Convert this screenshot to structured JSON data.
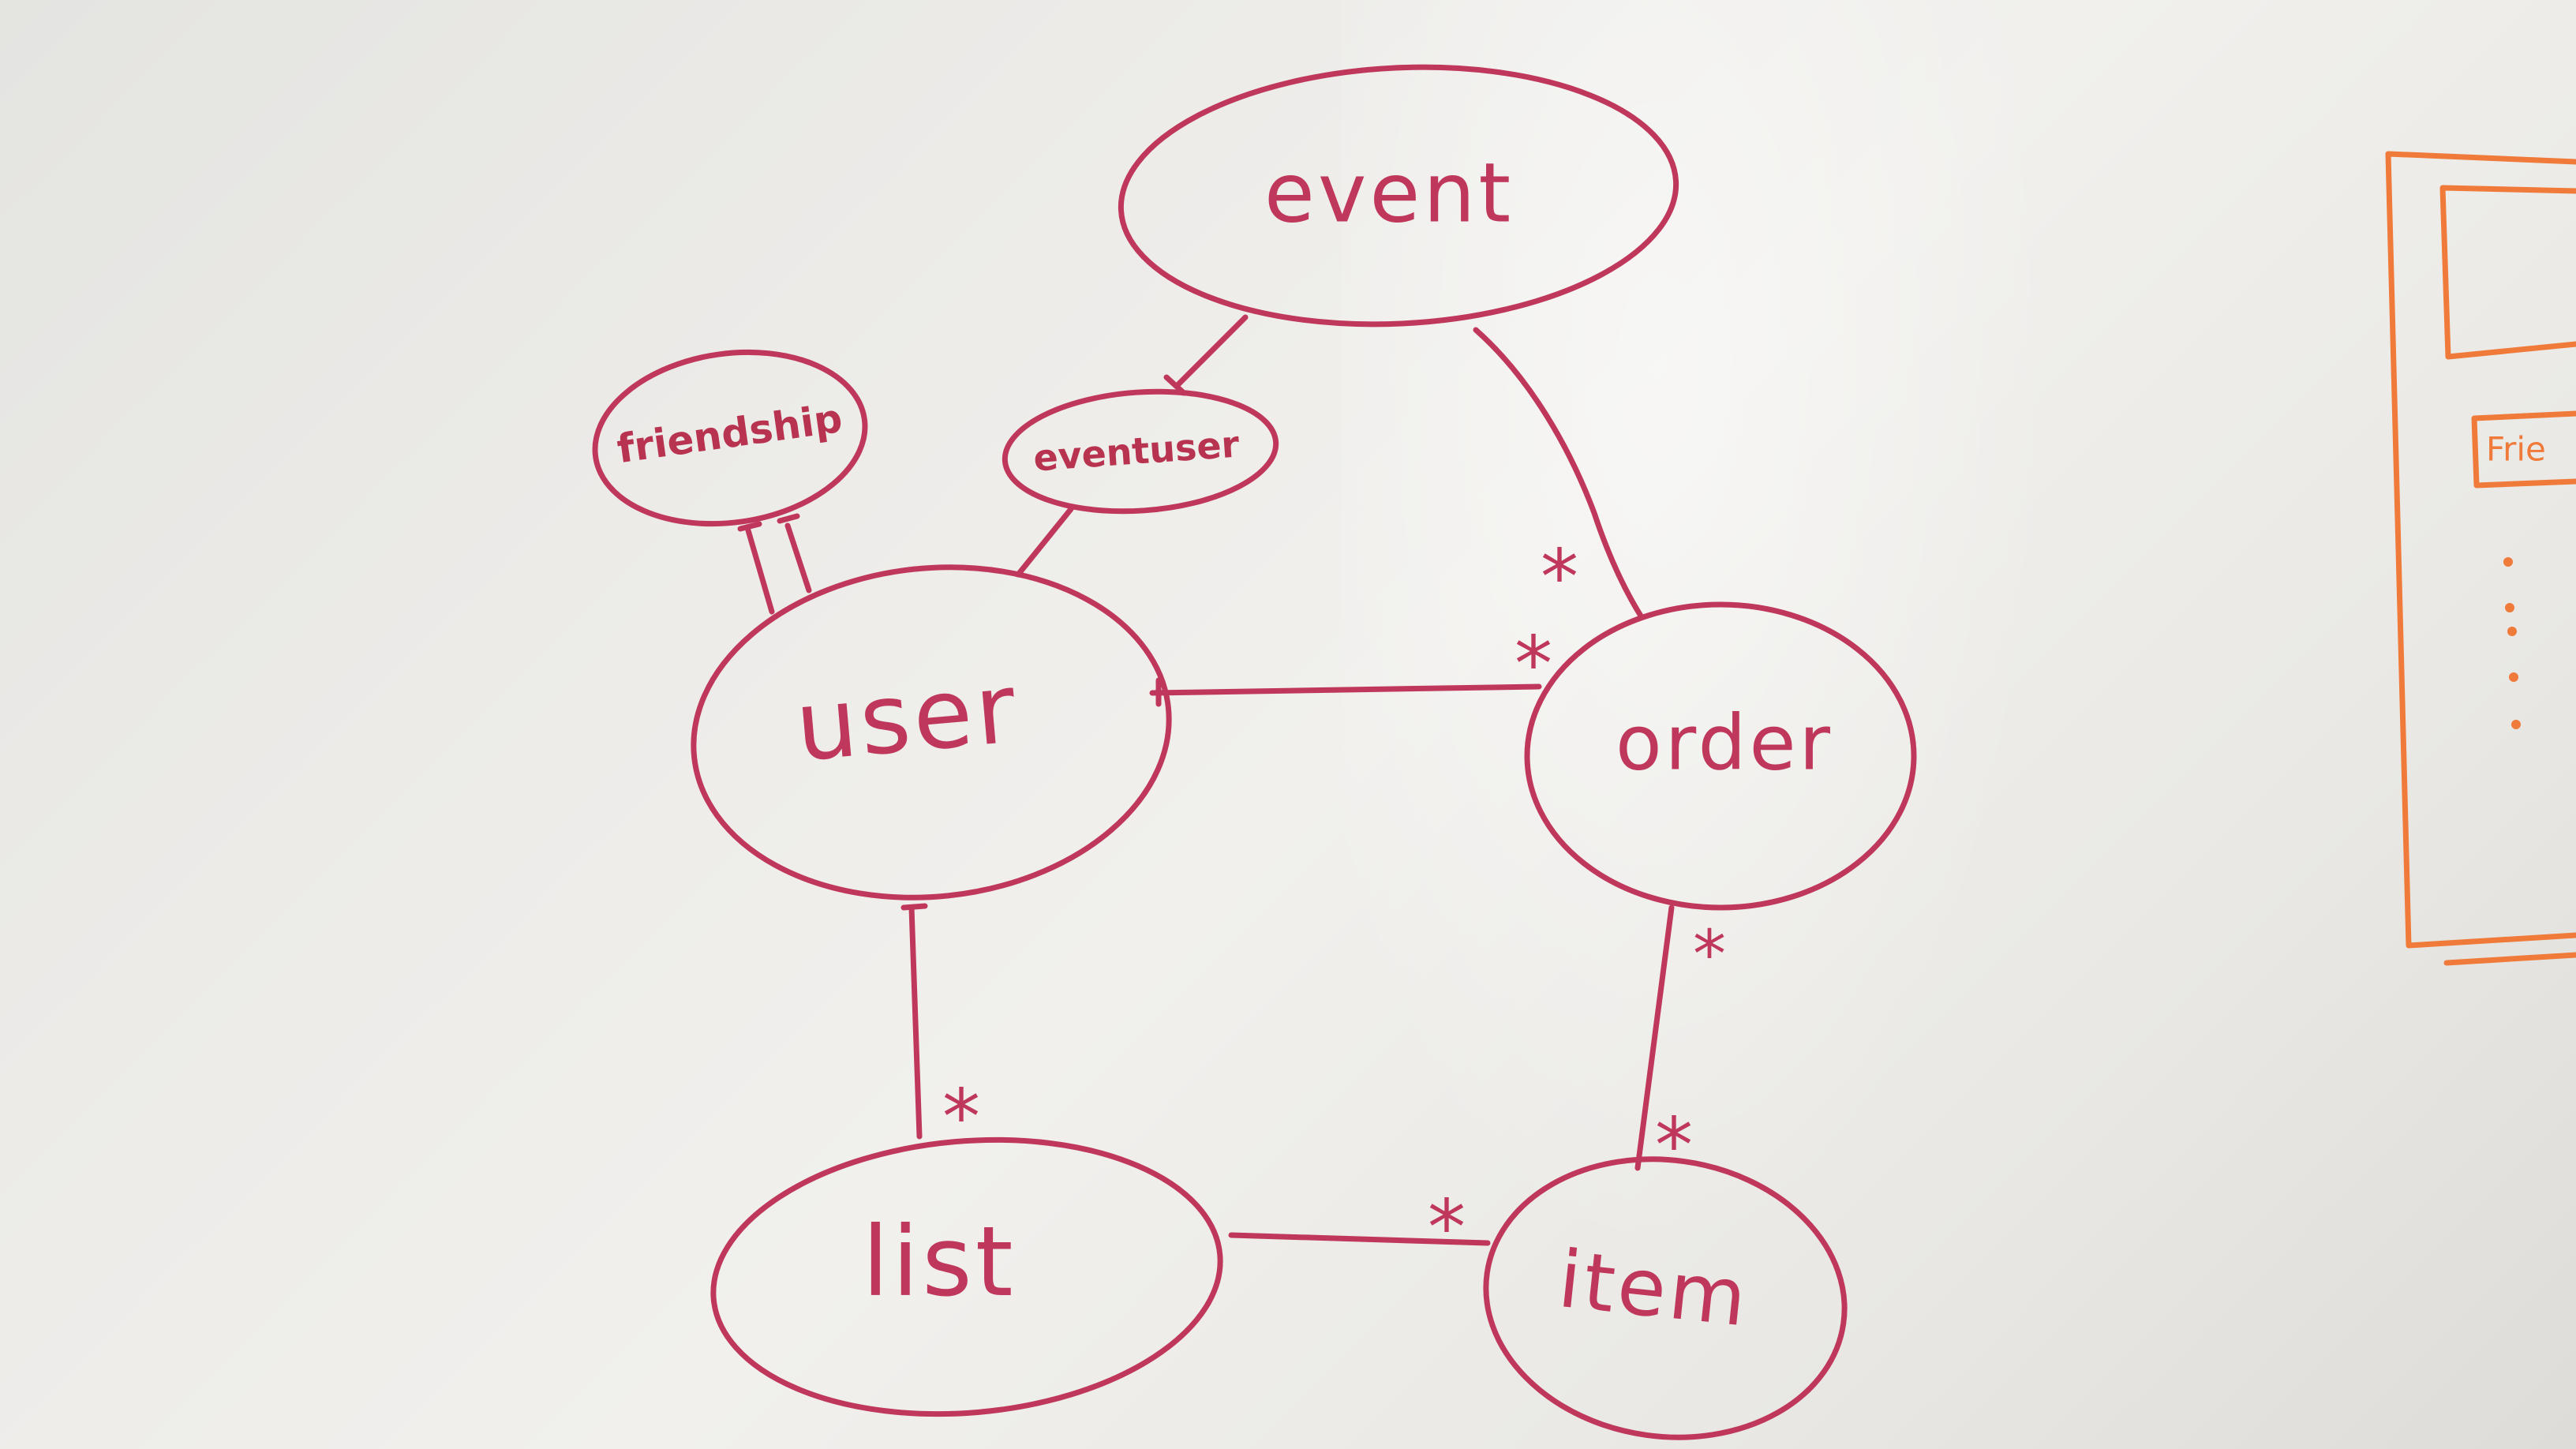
{
  "diagram": {
    "ink_color": "#c0375c",
    "entities": {
      "event": "event",
      "event_user": "eventuser",
      "friendship": "friendship",
      "user": "user",
      "order": "order",
      "list": "list",
      "item": "item"
    },
    "edge_markers": {
      "star": "*"
    }
  },
  "side_sketch": {
    "ink_color": "#ef7a3a",
    "label": "Frie"
  }
}
